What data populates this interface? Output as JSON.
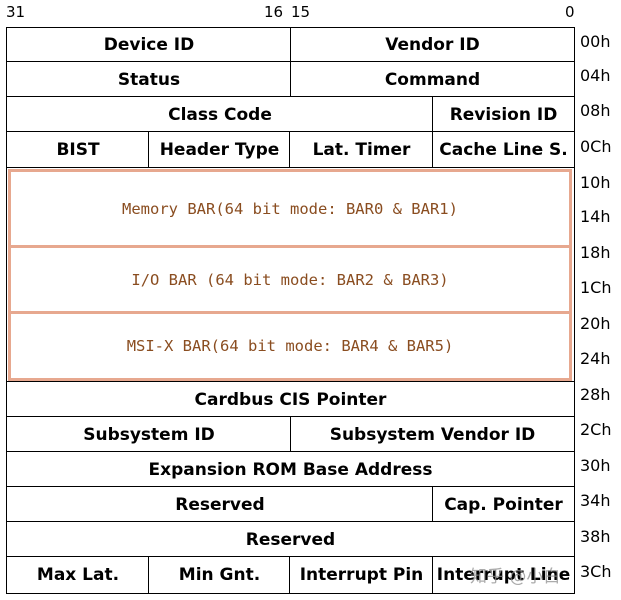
{
  "bits": {
    "b31": "31",
    "b16": "16",
    "b15": "15",
    "b0": "0"
  },
  "rows": {
    "r00": {
      "device_id": "Device ID",
      "vendor_id": "Vendor ID"
    },
    "r04": {
      "status": "Status",
      "command": "Command"
    },
    "r08": {
      "class_code": "Class Code",
      "revision_id": "Revision ID"
    },
    "r0c": {
      "bist": "BIST",
      "header_type": "Header Type",
      "lat_timer": "Lat. Timer",
      "cache_line": "Cache Line S."
    },
    "bars": {
      "memory_bar": "Memory BAR(64 bit mode: BAR0 & BAR1)",
      "io_bar": "I/O BAR (64 bit mode: BAR2 & BAR3)",
      "msix_bar": "MSI-X BAR(64 bit mode: BAR4 & BAR5)"
    },
    "r28": {
      "cardbus": "Cardbus CIS Pointer"
    },
    "r2c": {
      "subsystem_id": "Subsystem ID",
      "subsystem_vendor_id": "Subsystem Vendor ID"
    },
    "r30": {
      "expansion_rom": "Expansion ROM Base Address"
    },
    "r34": {
      "reserved": "Reserved",
      "cap_pointer": "Cap. Pointer"
    },
    "r38": {
      "reserved": "Reserved"
    },
    "r3c": {
      "max_lat": "Max Lat.",
      "min_gnt": "Min Gnt.",
      "interrupt_pin": "Interrupt Pin",
      "interrupt_line": "Interrupt Line"
    }
  },
  "offsets": [
    "00h",
    "04h",
    "08h",
    "0Ch",
    "10h",
    "14h",
    "18h",
    "1Ch",
    "20h",
    "24h",
    "28h",
    "2Ch",
    "30h",
    "34h",
    "38h",
    "3Ch"
  ],
  "watermark": "知乎 @小白",
  "colors": {
    "bar_border": "#e7a88f",
    "bar_text": "#8a4d20",
    "line": "#000000"
  }
}
